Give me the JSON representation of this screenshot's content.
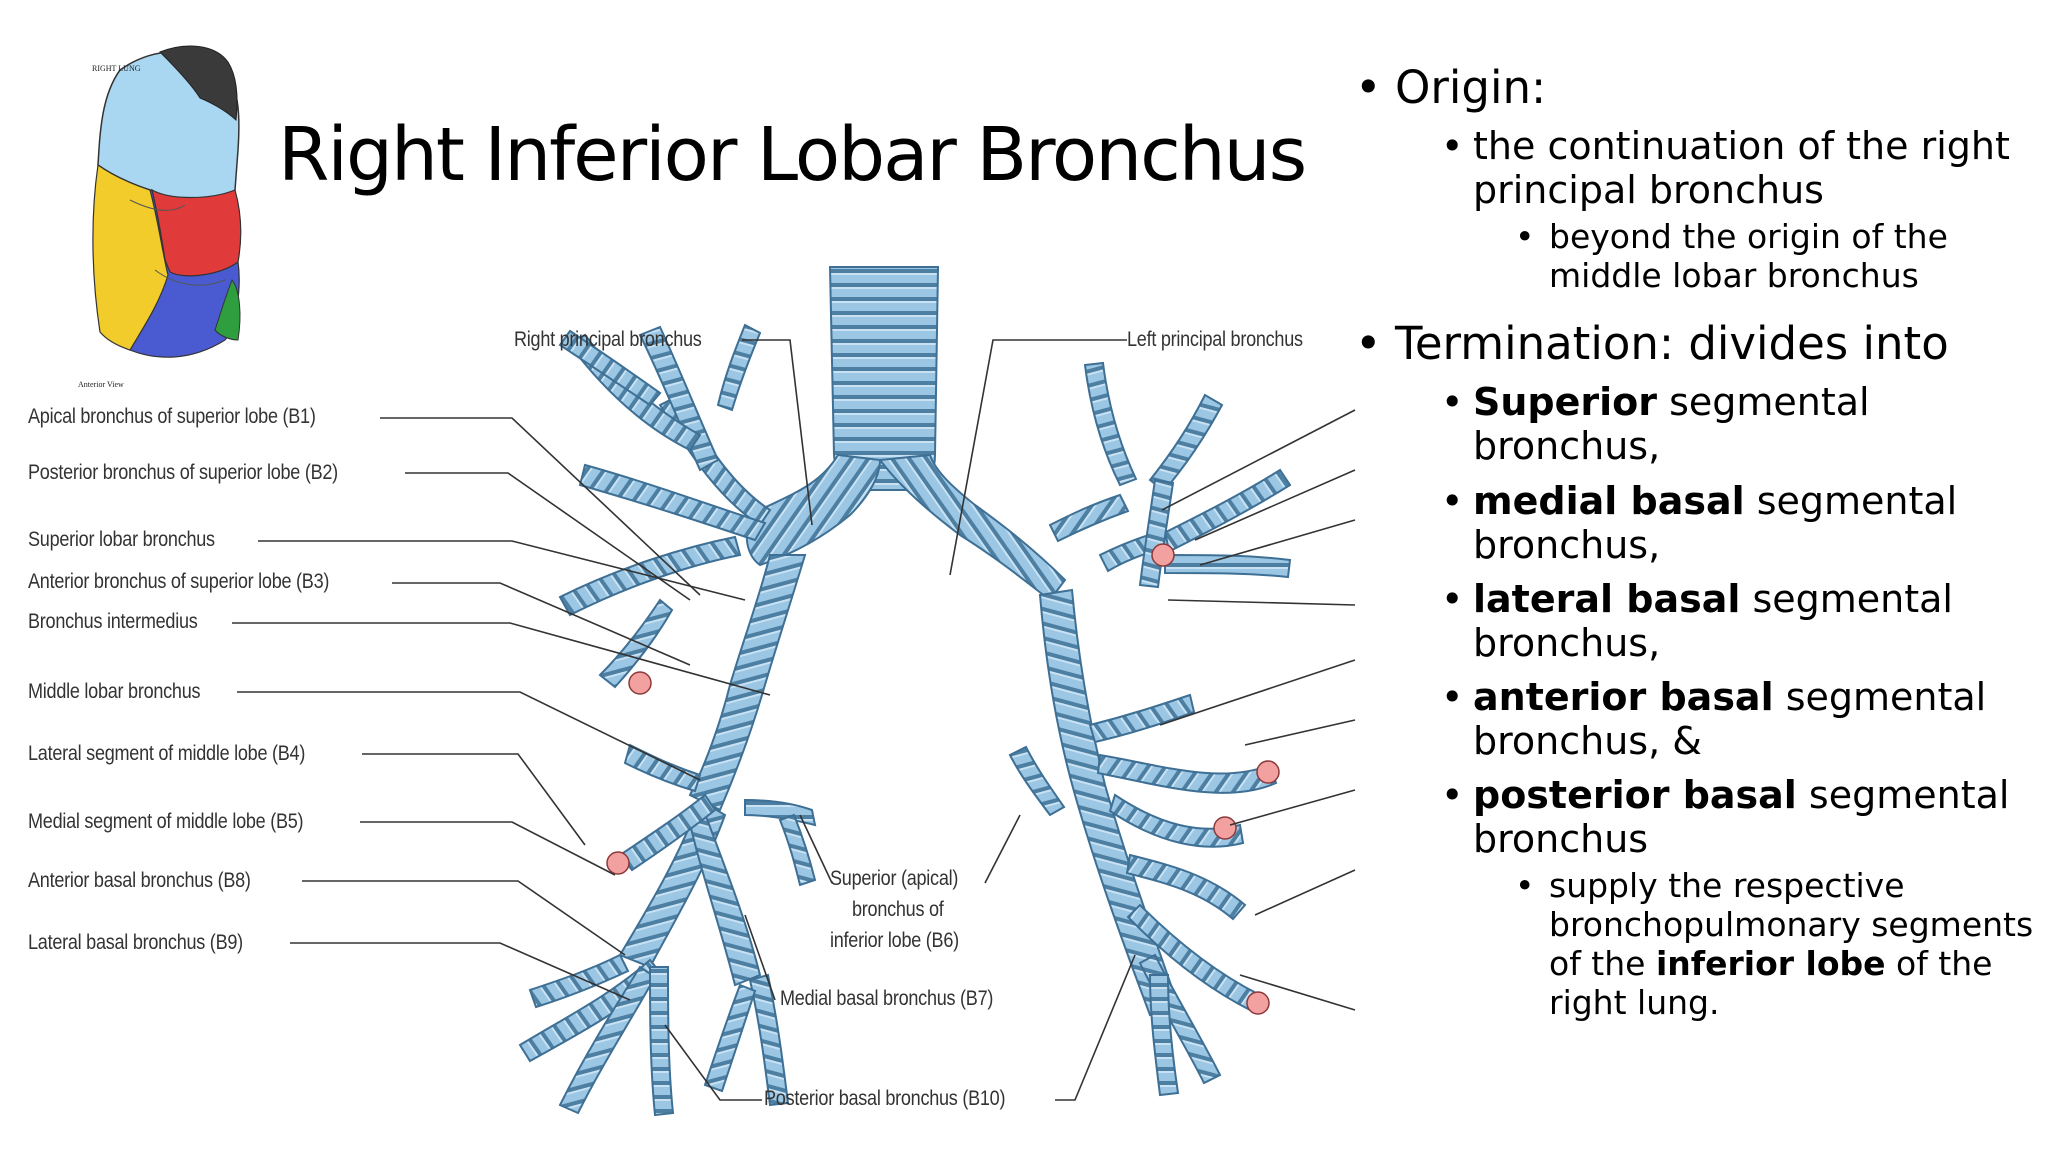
{
  "slide": {
    "title": "Right Inferior Lobar Bronchus",
    "thumbnail": {
      "title": "RIGHT LUNG",
      "view": "Anterior View"
    },
    "diagram": {
      "labels": {
        "right_principal": "Right principal bronchus",
        "left_principal": "Left principal bronchus",
        "b1": "Apical bronchus of superior lobe (B1)",
        "b2": "Posterior bronchus of superior lobe (B2)",
        "superior_lobar": "Superior lobar bronchus",
        "b3": "Anterior bronchus of superior lobe (B3)",
        "intermedius": "Bronchus intermedius",
        "middle_lobar": "Middle lobar bronchus",
        "b4": "Lateral segment of middle lobe (B4)",
        "b5": "Medial segment of middle lobe (B5)",
        "b8": "Anterior basal bronchus (B8)",
        "b9": "Lateral basal bronchus (B9)",
        "b6_line1": "Superior (apical)",
        "b6_line2": "bronchus of",
        "b6_line3": "inferior lobe (B6)",
        "b7": "Medial basal bronchus (B7)",
        "b10": "Posterior basal bronchus (B10)"
      }
    },
    "bullets": {
      "origin": {
        "heading": "Origin:",
        "item1": "the continuation of the right principal bronchus",
        "item1_sub": "beyond the origin of the middle lobar bronchus"
      },
      "termination": {
        "heading": "Termination: divides into",
        "items": [
          {
            "bold": "Superior",
            "rest": " segmental bronchus,"
          },
          {
            "bold": "medial basal",
            "rest": " segmental bronchus,"
          },
          {
            "bold": "lateral basal",
            "rest": " segmental bronchus,"
          },
          {
            "bold": "anterior basal",
            "rest": " segmental bronchus, &"
          },
          {
            "bold": "posterior basal",
            "rest": " segmental bronchus"
          }
        ],
        "supply_before": "supply the respective bronchopulmonary segments of the ",
        "supply_bold": "inferior lobe",
        "supply_after": " of the right lung."
      }
    },
    "colors": {
      "bronchus_fill": "#9cc7e4",
      "bronchus_dark": "#5b8fb3",
      "bronchus_ring": "#4d7fa3",
      "leader_line": "#333333",
      "lung_upper": "#a9d6f0",
      "lung_apex": "#3a3a3a",
      "lung_middle_red": "#e03a3a",
      "lung_yellow": "#f1cc2a",
      "lung_blue": "#4a5bd1",
      "lung_green": "#2e9e3e"
    }
  }
}
